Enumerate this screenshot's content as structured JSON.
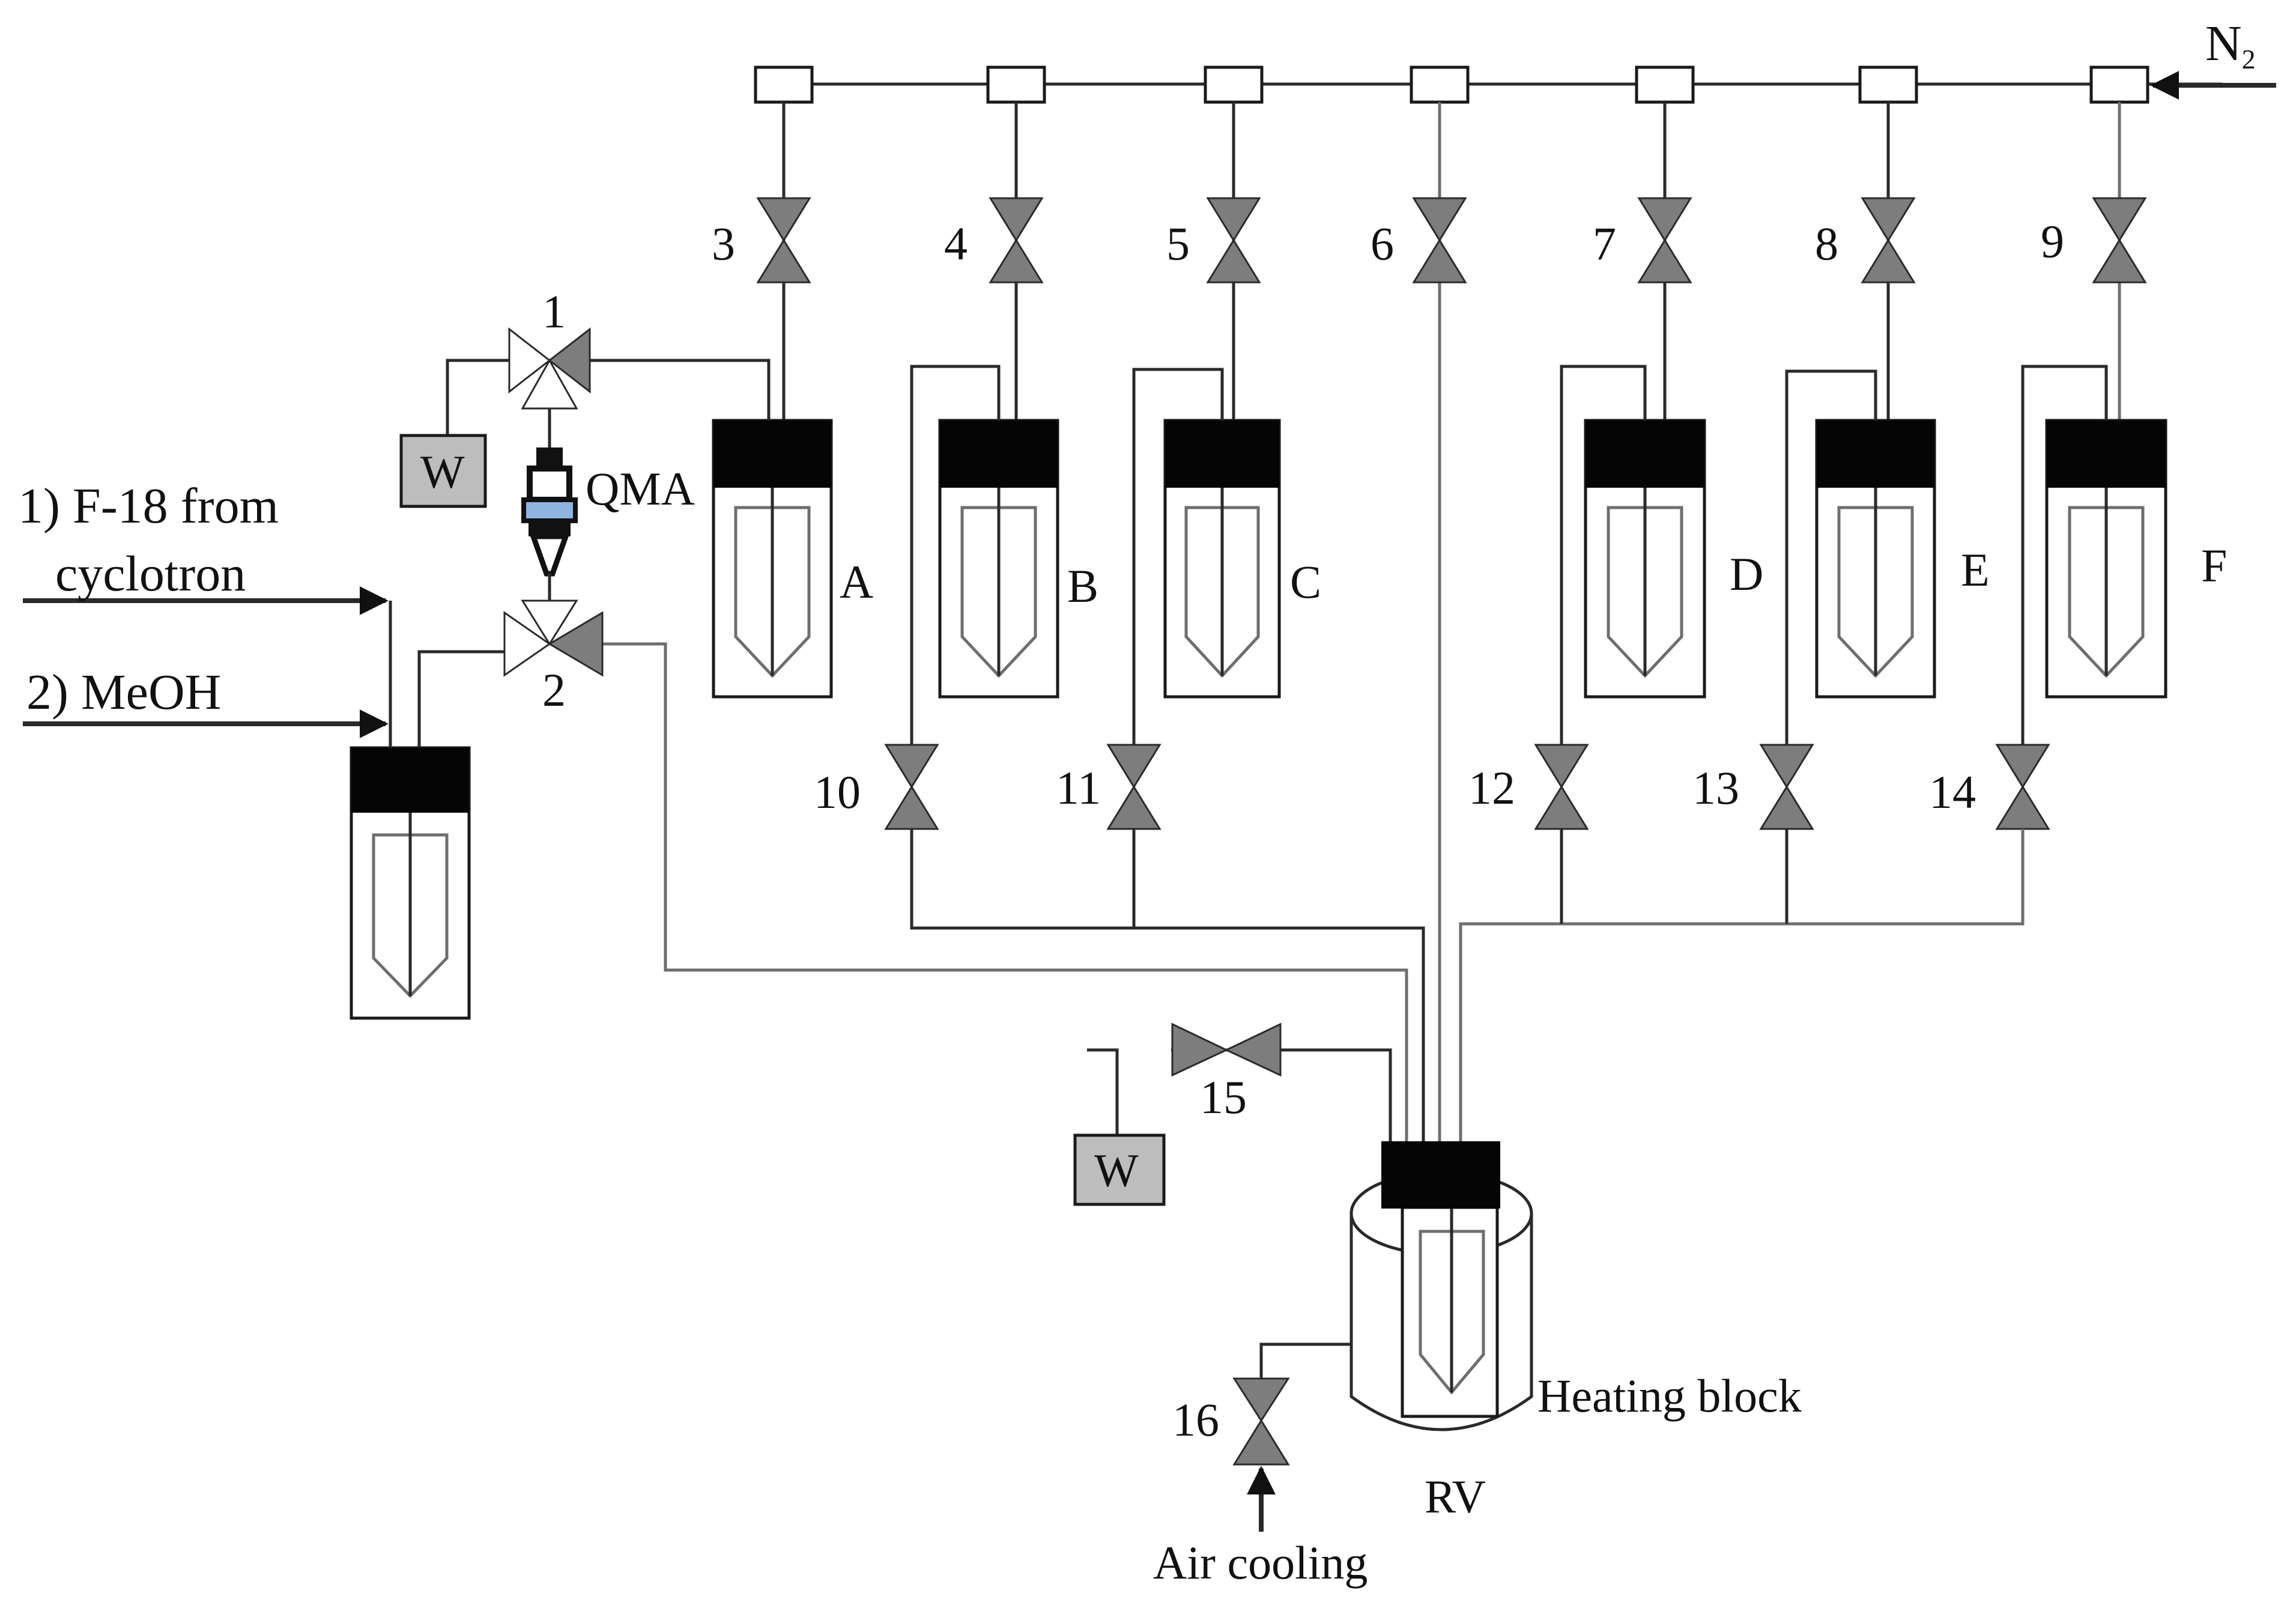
{
  "gas": {
    "label": "N",
    "subscript": "2"
  },
  "valves": {
    "v1": "1",
    "v2": "2",
    "v3": "3",
    "v4": "4",
    "v5": "5",
    "v6": "6",
    "v7": "7",
    "v8": "8",
    "v9": "9",
    "v10": "10",
    "v11": "11",
    "v12": "12",
    "v13": "13",
    "v14": "14",
    "v15": "15",
    "v16": "16"
  },
  "vials": {
    "a": "A",
    "b": "B",
    "c": "C",
    "d": "D",
    "e": "E",
    "f": "F"
  },
  "cartridge": "QMA",
  "waste": "W",
  "inputs": {
    "line1a": "1) F-18 from",
    "line1b": "cyclotron",
    "line2": "2) MeOH"
  },
  "reactor": {
    "label": "RV",
    "heater": "Heating block",
    "cooling": "Air cooling"
  }
}
